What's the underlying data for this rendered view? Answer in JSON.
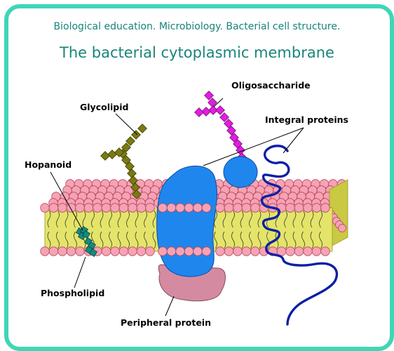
{
  "header": {
    "subtitle": "Biological education. Microbiology. Bacterial cell structure.",
    "title": "The bacterial cytoplasmic membrane"
  },
  "labels": {
    "oligosaccharide": "Oligosaccharide",
    "glycolipid": "Glycolipid",
    "integral_proteins": "Integral proteins",
    "hopanoid": "Hopanoid",
    "phospholipid": "Phospholipid",
    "peripheral_protein": "Peripheral protein"
  },
  "colors": {
    "frame": "#3fd6b6",
    "heading_text": "#18857a",
    "lipid_core": "#e4e46a",
    "lipid_core_side": "#c9c943",
    "phospholipid_head": "#f5a3b4",
    "integral_protein": "#1f86ee",
    "peripheral_protein": "#d48ba2",
    "oligosaccharide": "#e01ee0",
    "glycolipid_chain": "#7a7a10",
    "hopanoid": "#158a80",
    "protein_chain": "#0c1fa6"
  }
}
